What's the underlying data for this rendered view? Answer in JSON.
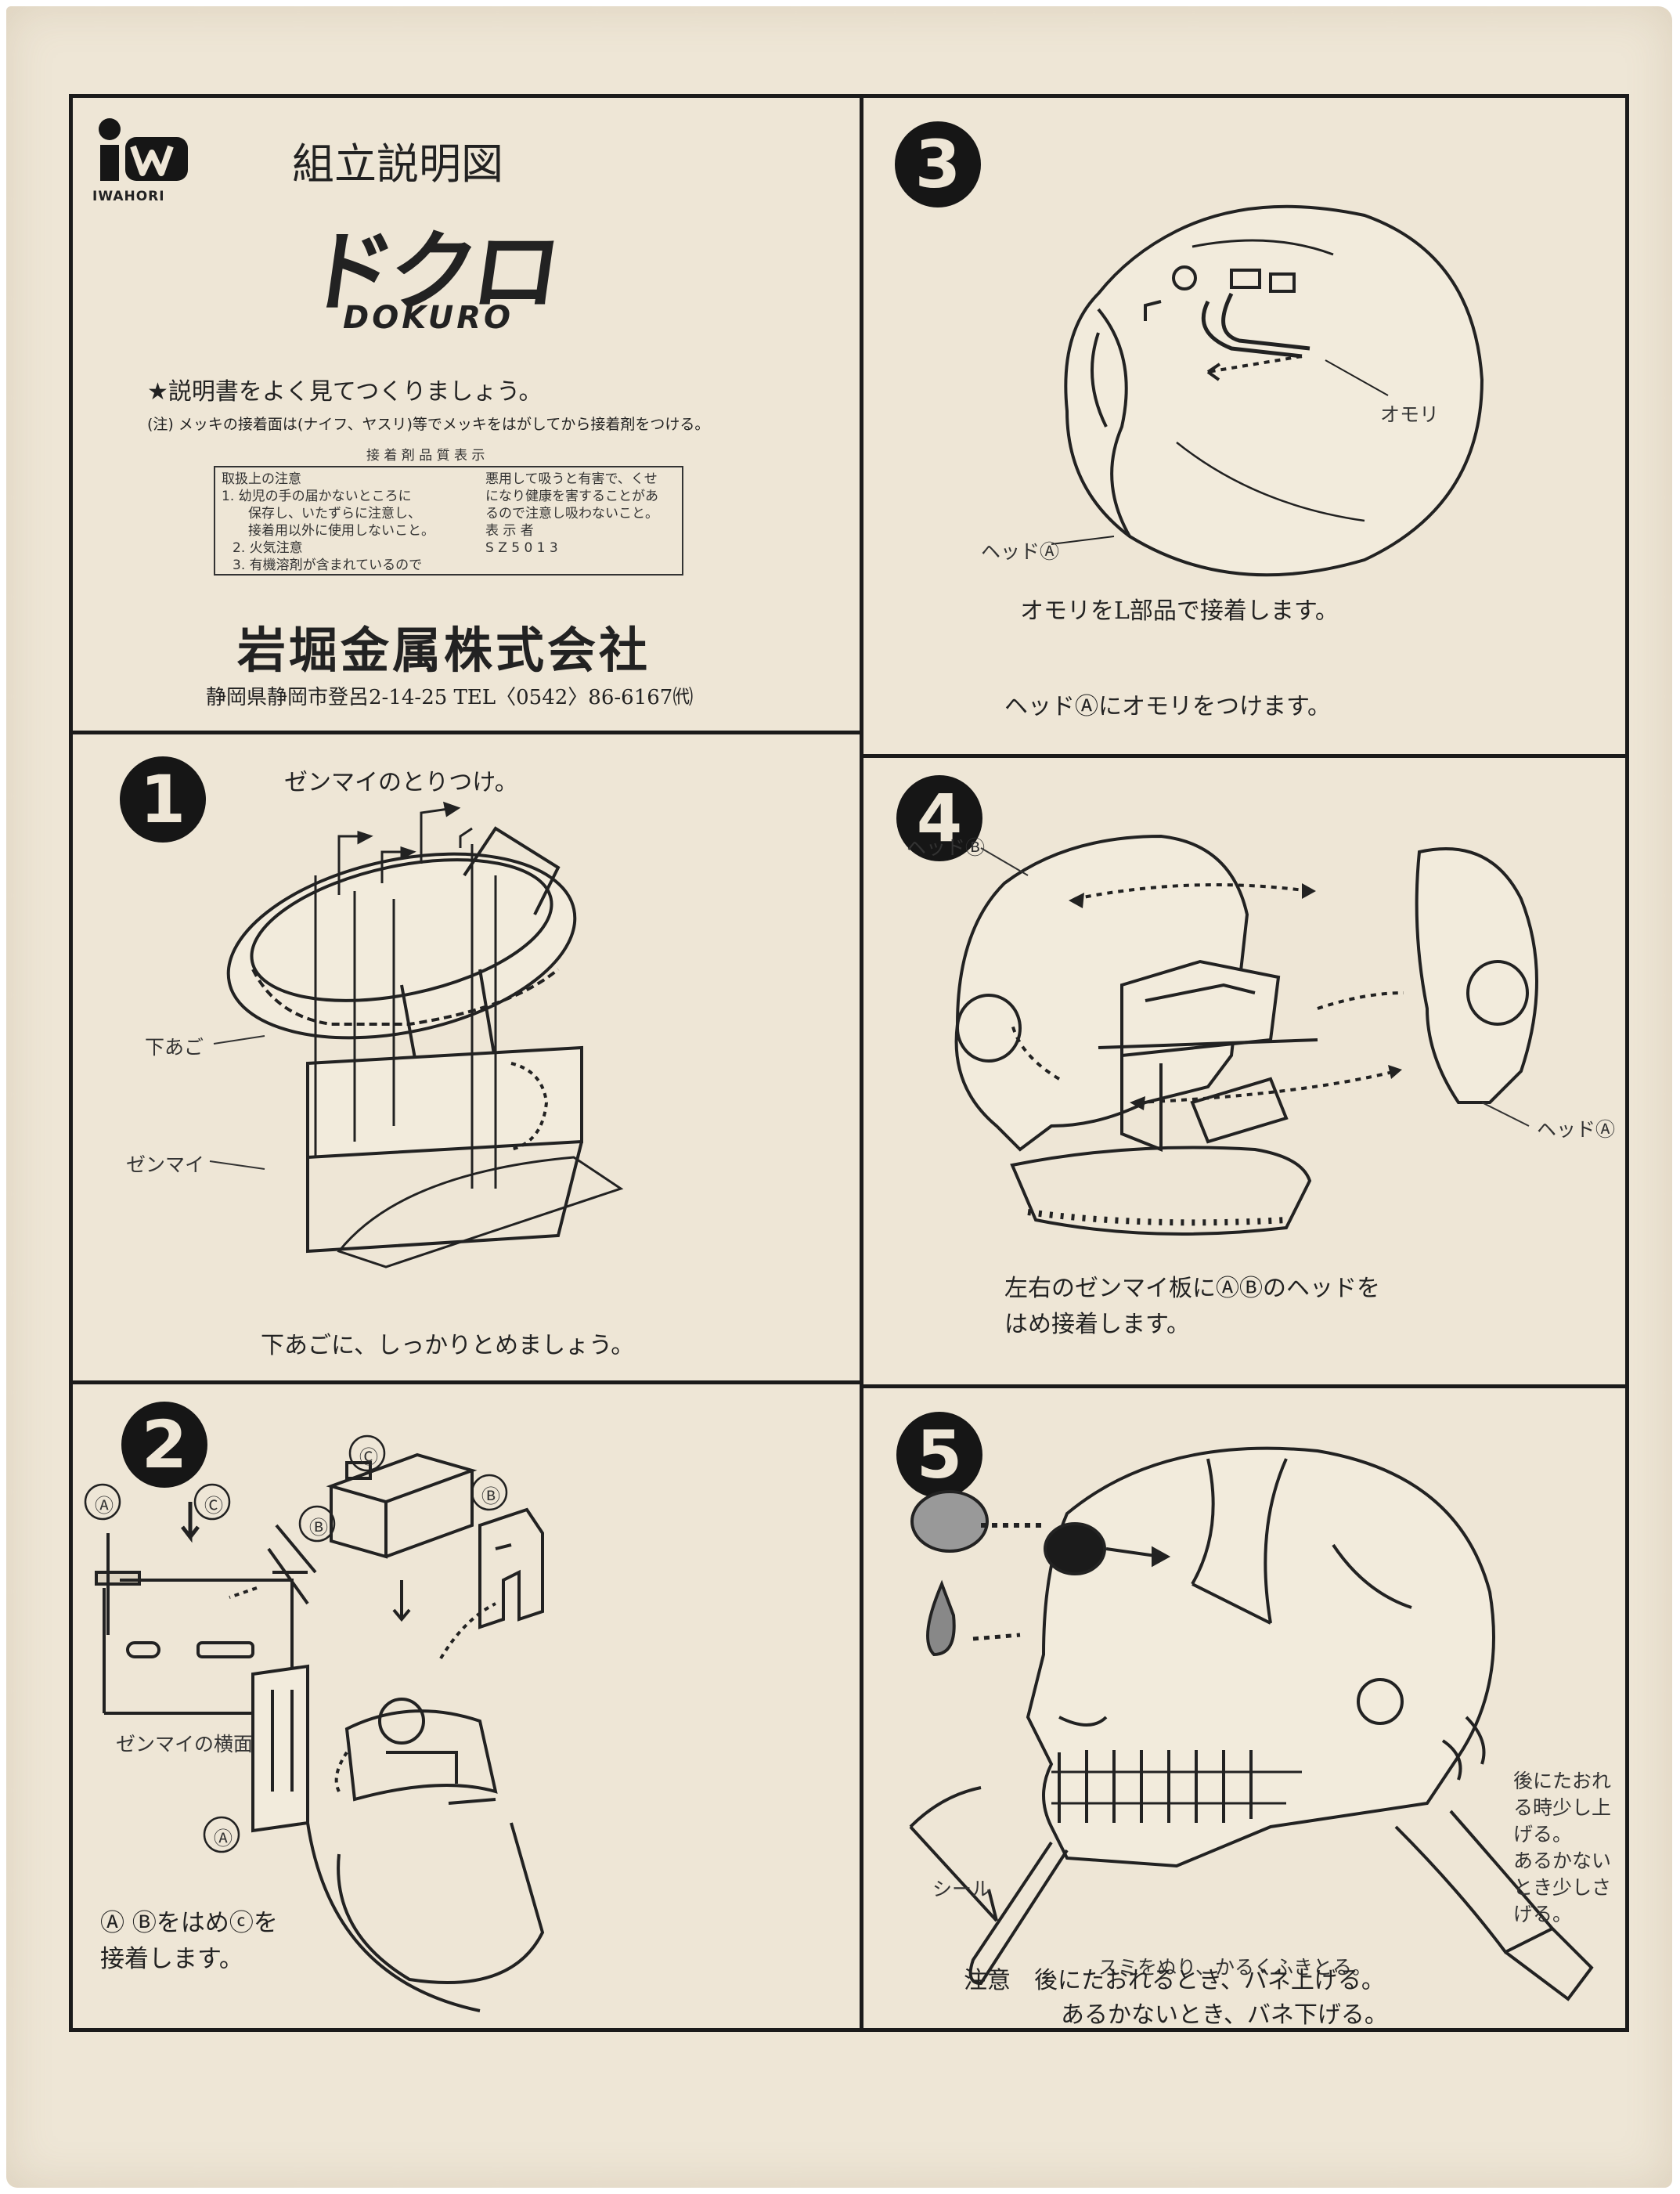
{
  "header": {
    "logo_mark": "IW",
    "logo_text": "IWAHORI",
    "title": "組立説明図",
    "product_jp": "ドクロ",
    "product_en": "DOKURO",
    "notice": "★説明書をよく見てつくりましょう。",
    "caution": "(注) メッキの接着面は(ナイフ、ヤスリ)等でメッキをはがしてから接着剤をつける。",
    "adhesive_heading": "接 着 剤 品 質 表 示",
    "adhesive_left": [
      "取扱上の注意",
      "1. 幼児の手の届かないところに",
      "保存し、いたずらに注意し、",
      "接着用以外に使用しないこと。",
      "2. 火気注意",
      "3. 有機溶剤が含まれているので"
    ],
    "adhesive_right": [
      "悪用して吸うと有害で、くせ",
      "になり健康を害することがあ",
      "るので注意し吸わないこと。",
      "",
      "表 示 者",
      "S Z 5 0 1 3"
    ],
    "company": "岩堀金属株式会社",
    "address": "静岡県静岡市登呂2-14-25 TEL〈0542〉86-6167㈹"
  },
  "steps": [
    {
      "number": "1",
      "title": "ゼンマイのとりつけ。",
      "labels": [
        "下あご",
        "ゼンマイ"
      ],
      "caption": "下あごに、しっかりとめましょう。"
    },
    {
      "number": "2",
      "labels": [
        "Ⓐ",
        "Ⓒ",
        "Ⓑ",
        "Ⓒ",
        "Ⓑ",
        "Ⓐ",
        "ゼンマイの横面"
      ],
      "caption_lines": [
        "Ⓐ Ⓑをはめⓒを",
        "接着します。"
      ]
    },
    {
      "number": "3",
      "labels": [
        "オモリ",
        "ヘッドⒶ"
      ],
      "caption_1": "オモリをL部品で接着します。",
      "caption_2": "ヘッドⒶにオモリをつけます。"
    },
    {
      "number": "4",
      "labels": [
        "ヘッドⒷ",
        "ヘッドⒶ"
      ],
      "caption_lines": [
        "左右のゼンマイ板にⒶⒷのヘッドを",
        "はめ接着します。"
      ]
    },
    {
      "number": "5",
      "labels": [
        "シール",
        "スミをぬり、かるくふきとる。"
      ],
      "side_note": [
        "後にたおれ",
        "る時少し上",
        "げる。",
        "あるかない",
        "とき少しさ",
        "げる。"
      ],
      "caution_lines": [
        "注意　後にたおれるとき、バネ上げる。",
        "あるかないとき、バネ下げる。"
      ]
    }
  ]
}
